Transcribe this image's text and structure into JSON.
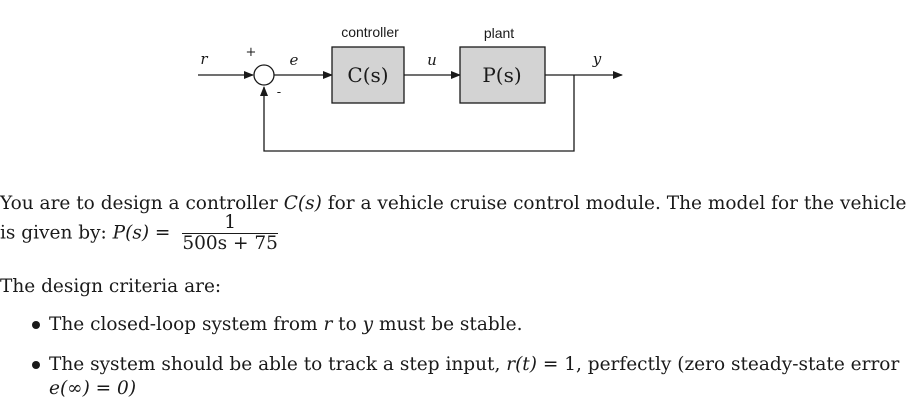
{
  "diagram": {
    "controller_title": "controller",
    "plant_title": "plant",
    "controller_block": "C(s)",
    "plant_block": "P(s)",
    "signal_r": "r",
    "signal_e": "e",
    "signal_u": "u",
    "signal_y": "y",
    "plus_sign": "+",
    "minus_sign": "-",
    "block_fill": "#d3d3d3"
  },
  "text": {
    "intro_1a": "You are to design a controller ",
    "intro_1b": "C(s)",
    "intro_1c": " for a vehicle cruise control module. The model for the vehicle",
    "intro_2a": "is given by: ",
    "intro_2b": "P(s) =",
    "frac_num": "1",
    "frac_den": "500s + 75",
    "criteria_heading": "The design criteria are:",
    "bullet1_a": "The closed-loop system from ",
    "bullet1_b": "r",
    "bullet1_c": " to ",
    "bullet1_d": "y",
    "bullet1_e": " must be stable.",
    "bullet2_a": "The system should be able to track a step input, ",
    "bullet2_b": "r(t)",
    "bullet2_c": " = 1, perfectly (zero steady-state error",
    "bullet2_d": "e(∞) = 0)"
  }
}
